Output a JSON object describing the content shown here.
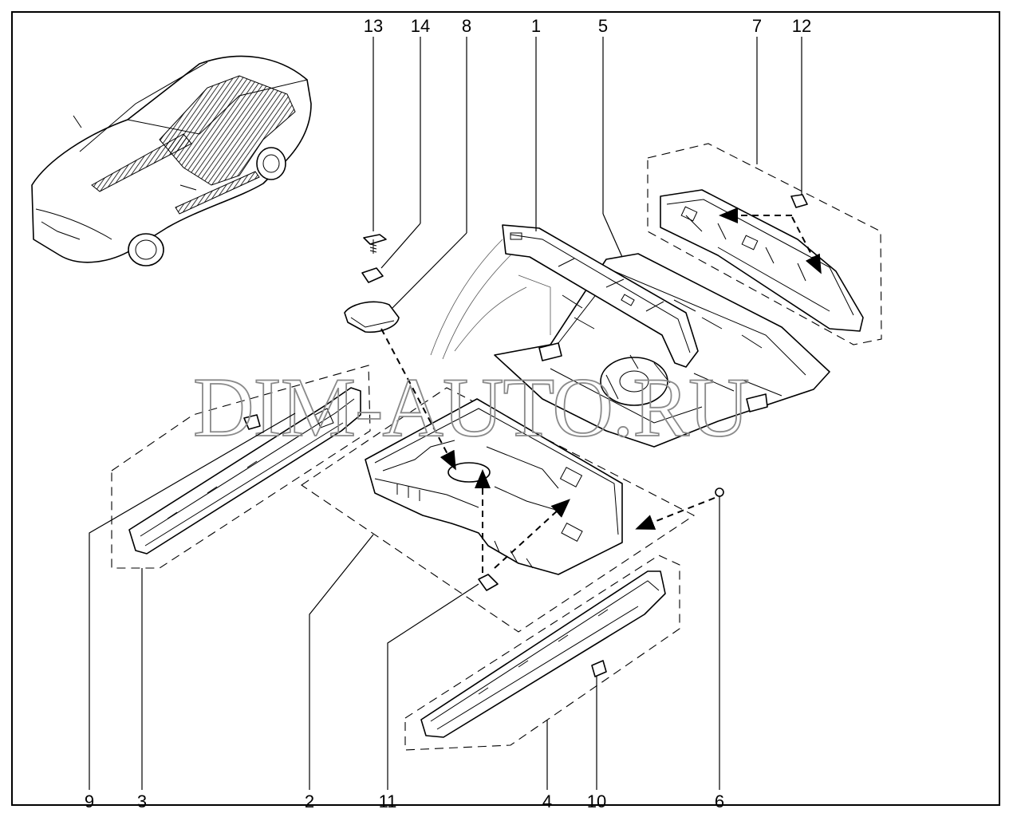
{
  "watermark": "DIM-AUTO.RU",
  "callouts": {
    "c1": "1",
    "c2": "2",
    "c3": "3",
    "c4": "4",
    "c5": "5",
    "c6": "6",
    "c7": "7",
    "c8": "8",
    "c9": "9",
    "c10": "10",
    "c11": "11",
    "c12": "12",
    "c13": "13",
    "c14": "14"
  },
  "colors": {
    "line": "#000000",
    "watermark": "#8a8a8a",
    "background": "#ffffff"
  }
}
